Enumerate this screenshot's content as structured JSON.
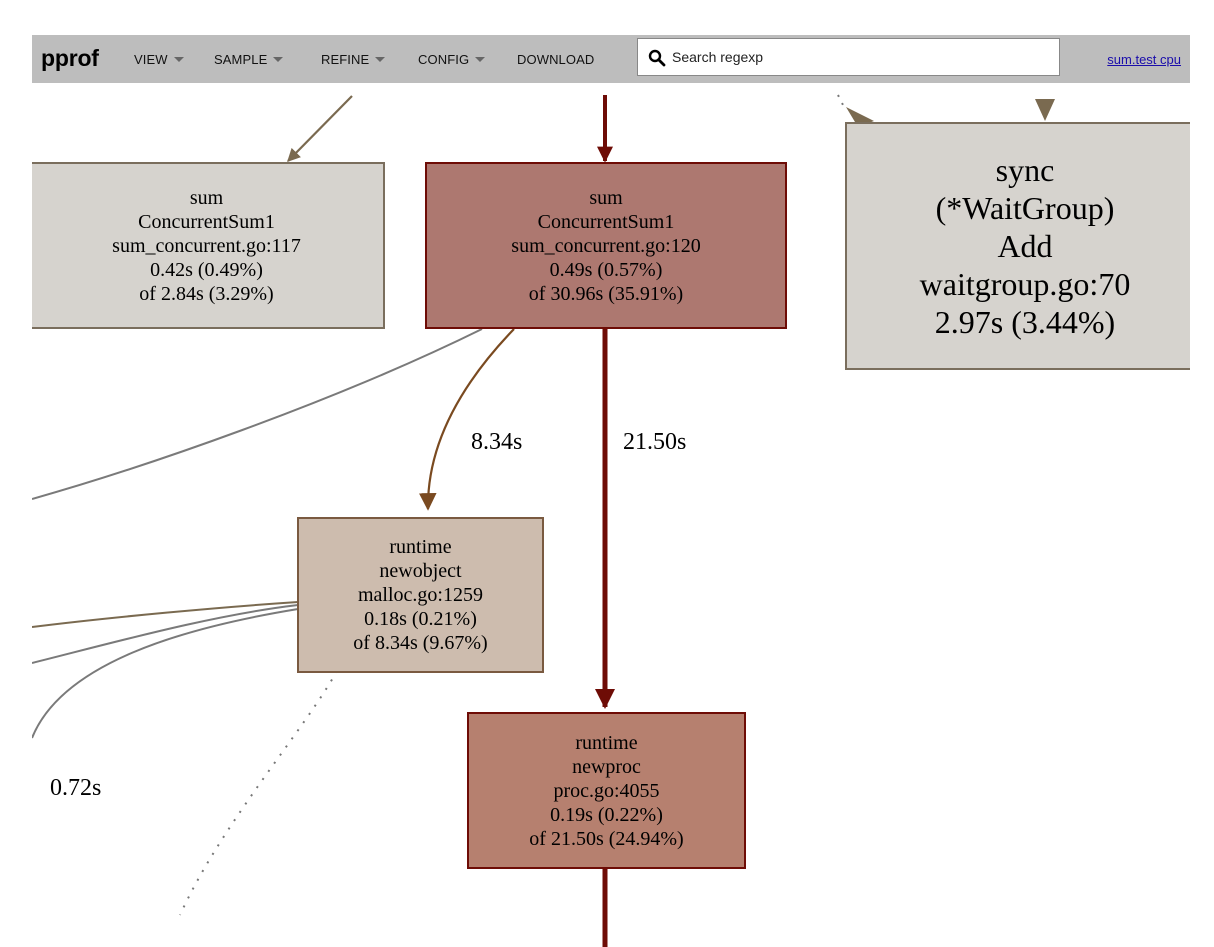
{
  "toolbar": {
    "logo": "pprof",
    "menus": [
      {
        "label": "VIEW",
        "has_caret": true
      },
      {
        "label": "SAMPLE",
        "has_caret": true
      },
      {
        "label": "REFINE",
        "has_caret": true
      },
      {
        "label": "CONFIG",
        "has_caret": true
      },
      {
        "label": "DOWNLOAD",
        "has_caret": false
      }
    ],
    "search": {
      "placeholder": "Search regexp",
      "value": "",
      "icon": "search-icon"
    },
    "profile_link": "sum.test cpu"
  },
  "graph": {
    "nodes": [
      {
        "id": "node-concurrentsum1-117",
        "lines": [
          "sum",
          "ConcurrentSum1",
          "sum_concurrent.go:117",
          "0.42s (0.49%)",
          "of 2.84s (3.29%)"
        ],
        "fill": "#d6d3ce",
        "stroke": "#7a6e5d"
      },
      {
        "id": "node-concurrentsum1-120",
        "lines": [
          "sum",
          "ConcurrentSum1",
          "sum_concurrent.go:120",
          "0.49s (0.57%)",
          "of 30.96s (35.91%)"
        ],
        "fill": "#ad7870",
        "stroke": "#6e0c06"
      },
      {
        "id": "node-waitgroup-add",
        "lines": [
          "sync",
          "(*WaitGroup)",
          "Add",
          "waitgroup.go:70",
          "2.97s (3.44%)"
        ],
        "fill": "#d6d3ce",
        "stroke": "#7a6e5d"
      },
      {
        "id": "node-newobject",
        "lines": [
          "runtime",
          "newobject",
          "malloc.go:1259",
          "0.18s (0.21%)",
          "of 8.34s (9.67%)"
        ],
        "fill": "#cdbcae",
        "stroke": "#7a5a40"
      },
      {
        "id": "node-newproc",
        "lines": [
          "runtime",
          "newproc",
          "proc.go:4055",
          "0.19s (0.22%)",
          "of 21.50s (24.94%)"
        ],
        "fill": "#b6806f",
        "stroke": "#6e0c06"
      }
    ],
    "edge_labels": [
      "8.34s",
      "21.50s",
      "0.72s"
    ],
    "colors": {
      "hot_edge": "#6e0c06",
      "alloc_edge": "#7a4a20",
      "gray_edge": "#7a7a7a",
      "tan_edge": "#7a6a50"
    }
  }
}
